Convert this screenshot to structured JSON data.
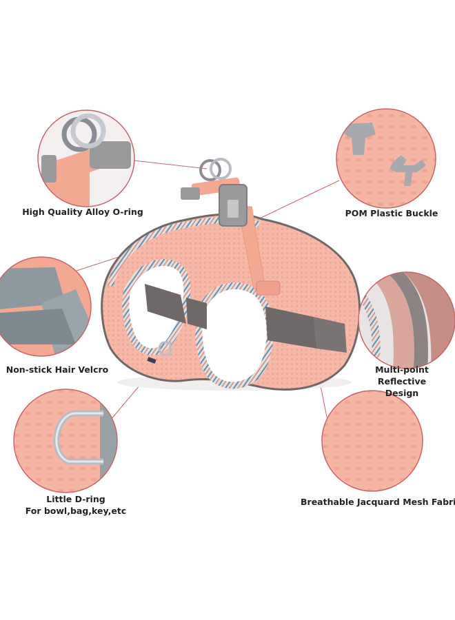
{
  "features": {
    "oring": {
      "label": "High Quality Alloy O-ring"
    },
    "buckle": {
      "label": "POM Plastic Buckle"
    },
    "velcro": {
      "label": "Non-stick Hair Velcro"
    },
    "reflective": {
      "line1": "Multi-point Reflective",
      "line2": "Design"
    },
    "dring": {
      "line1": "Little D-ring",
      "line2": "For bowl,bag,key,etc"
    },
    "mesh": {
      "label": "Breathable Jacquard Mesh Fabric"
    }
  },
  "colors": {
    "mesh_pink": "#f6b7a6",
    "strap_pink": "#f3a892",
    "callout_ring": "#c9636b",
    "reflective_grey": "#6e6868",
    "trim_blue": "#5f8fb4",
    "metal": "#b9bcc2",
    "plastic_grey": "#9a9a9c"
  }
}
